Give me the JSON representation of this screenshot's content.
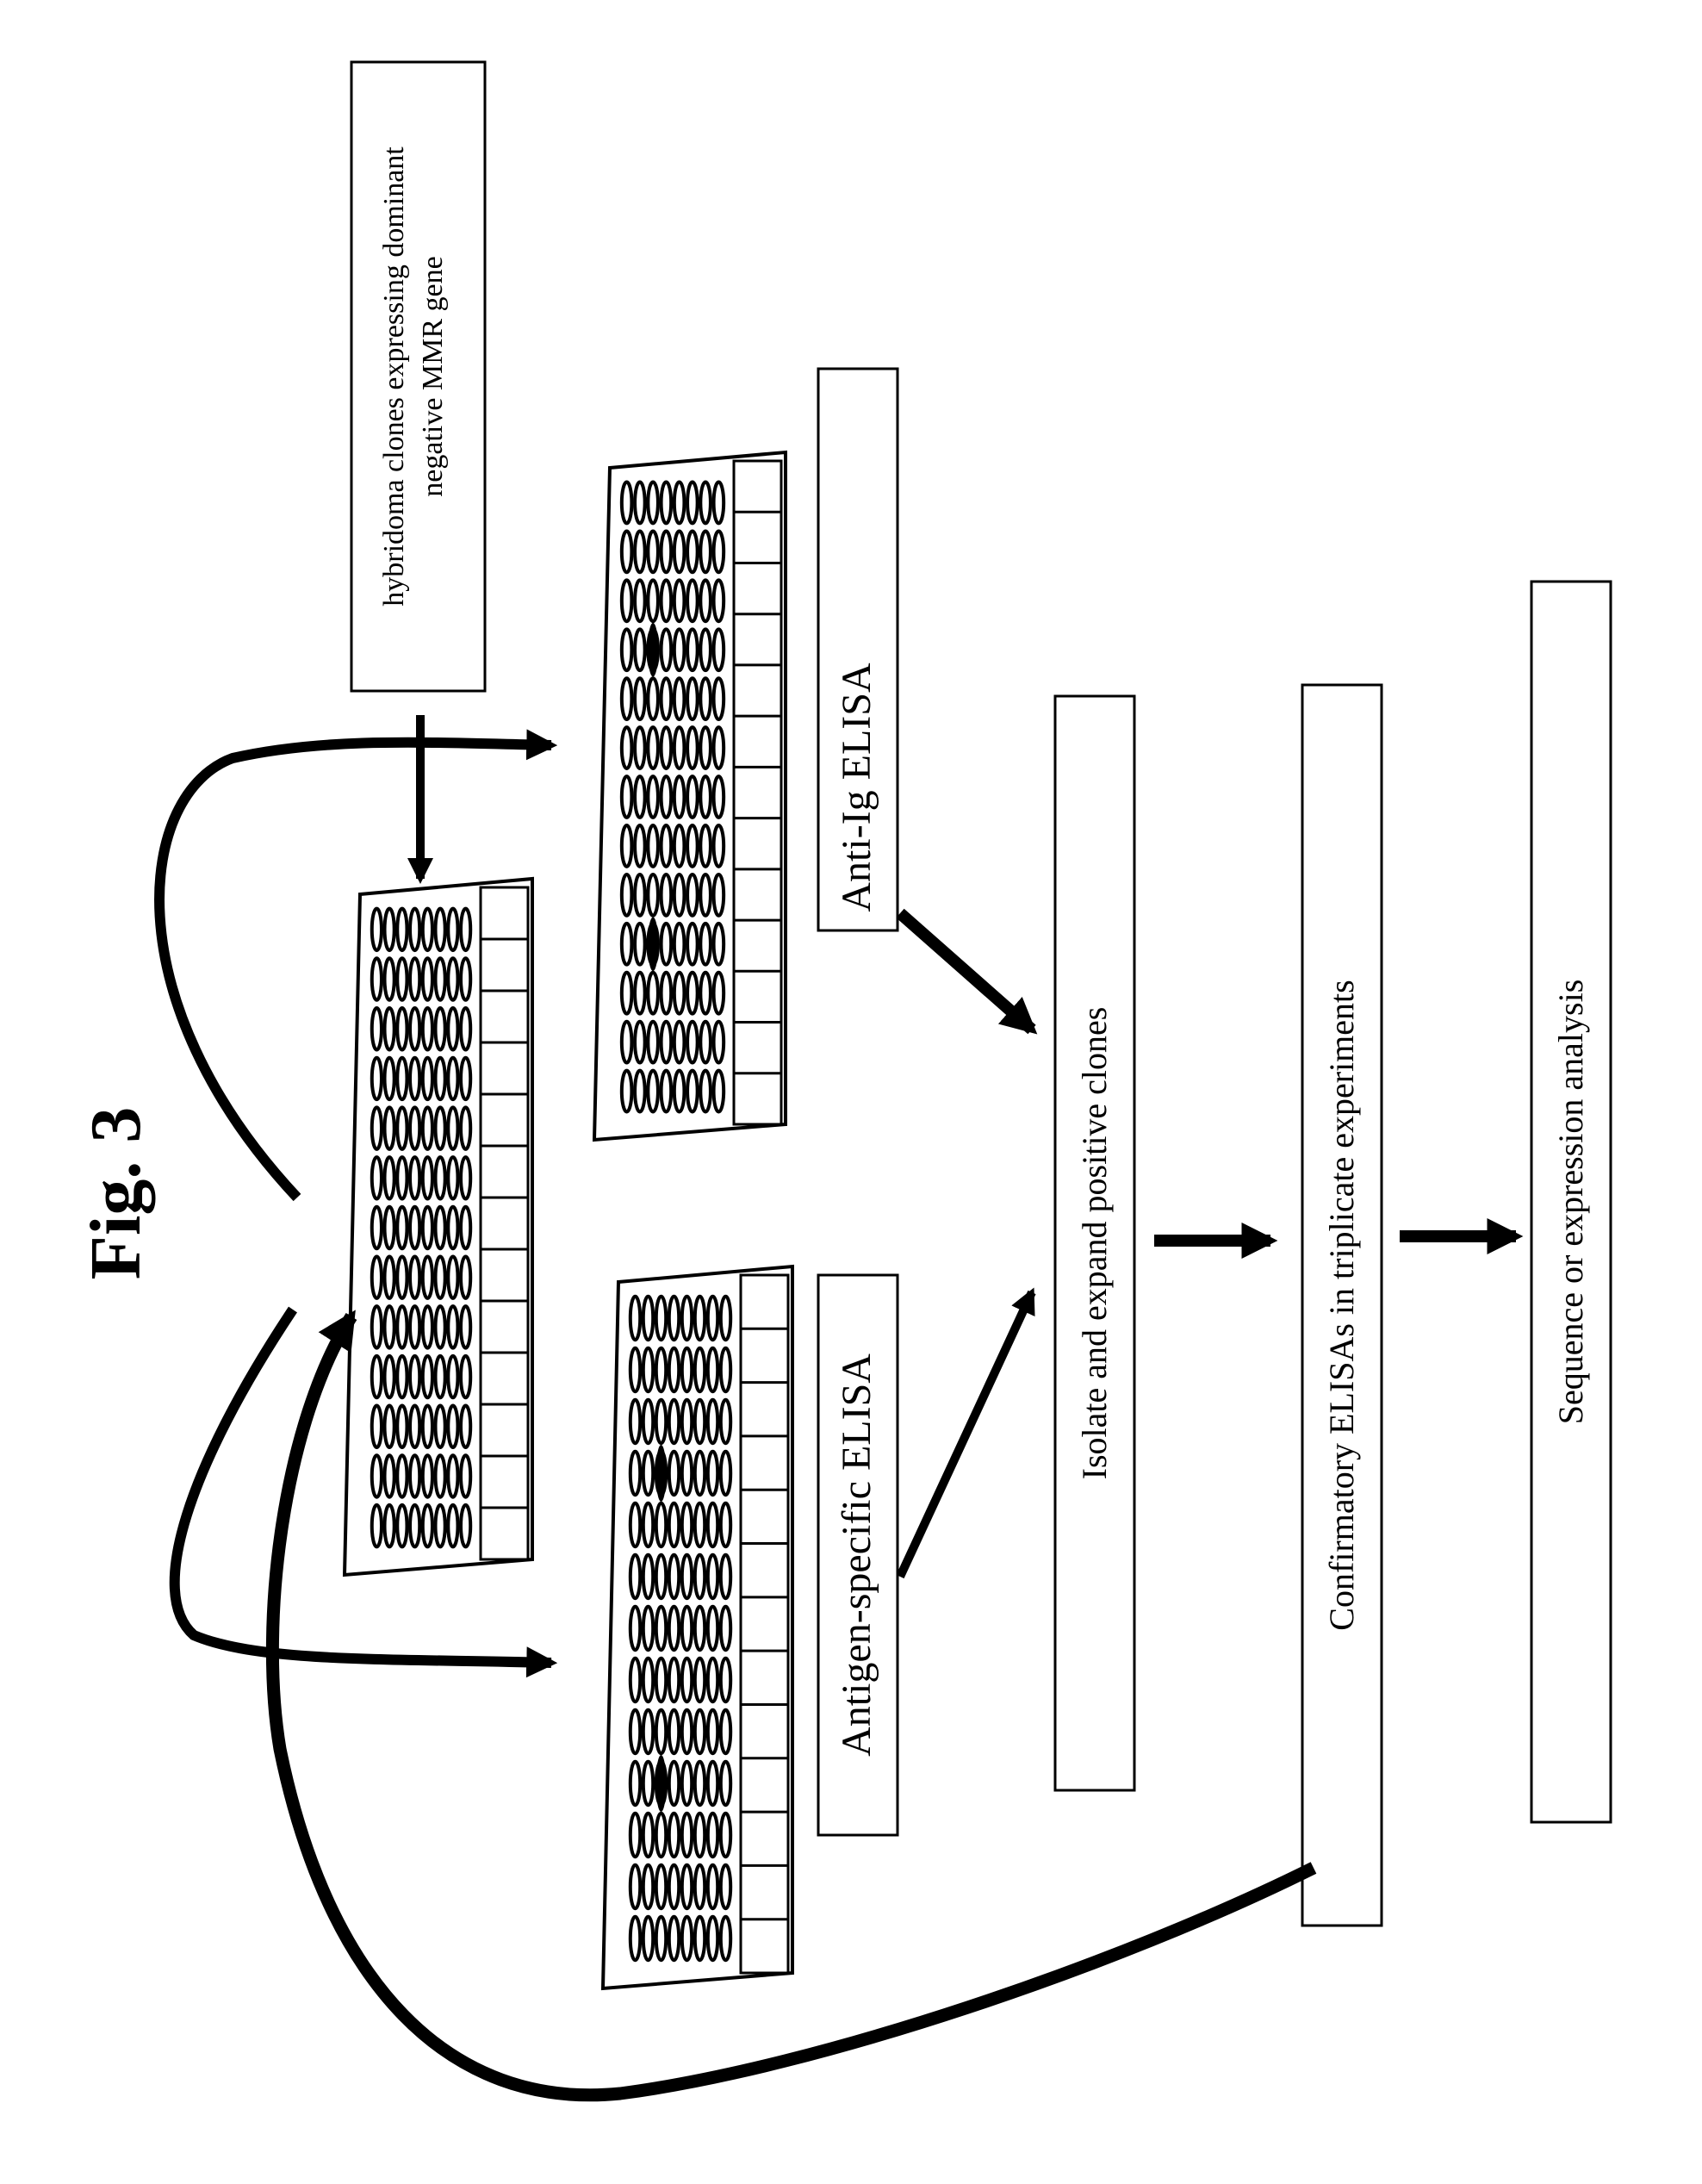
{
  "figure": {
    "title": "Fig. 3"
  },
  "boxes": {
    "hybridoma": {
      "line1": "hybridoma clones expressing dominant",
      "line2": "negative MMR gene"
    },
    "anti_ig": {
      "label": "Anti-Ig ELISA"
    },
    "antigen_specific": {
      "label": "Antigen-specific ELISA"
    },
    "isolate": {
      "label": "Isolate and expand positive clones"
    },
    "confirmatory": {
      "label": "Confirmatory ELISAs in triplicate experiments"
    },
    "sequence": {
      "label": "Sequence or expression analysis"
    }
  },
  "plates": {
    "culture": {
      "positive_wells": 0
    },
    "anti_ig": {
      "positive_wells": 2
    },
    "antigen_specific": {
      "positive_wells": 2
    }
  },
  "colors": {
    "ink": "#000000",
    "background": "#ffffff"
  }
}
